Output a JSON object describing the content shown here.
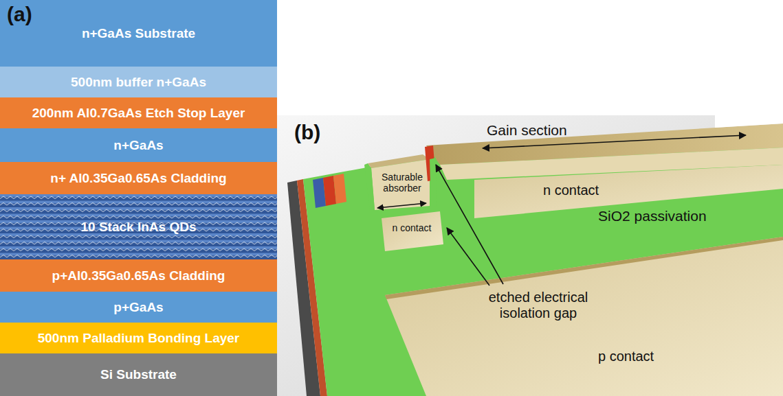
{
  "diagram": {
    "nodes": [
      {
        "text": [
          "n+GaAs Substrate"
        ]
      },
      {
        "text": [
          "500nm buffer n+GaAs"
        ]
      },
      {
        "text": [
          "200nm Al0.7GaAs Etch Stop Layer"
        ]
      },
      {
        "text": [
          "n+GaAs"
        ]
      },
      {
        "text": [
          "n+ Al0.35Ga0.65As Cladding"
        ]
      },
      {
        "text": [
          "10 Stack InAs QDs"
        ]
      },
      {
        "text": [
          "p+Al0.35Ga0.65As Cladding"
        ]
      },
      {
        "text": [
          "p+GaAs"
        ]
      },
      {
        "text": [
          "500nm Palladium Bonding Layer"
        ]
      },
      {
        "text": [
          "Si Substrate"
        ]
      }
    ],
    "labels": [
      "(a)",
      "(b)",
      "Gain section",
      "Saturable absorber",
      "n contact",
      "SiO2 passivation",
      "n contact",
      "etched electrical isolation gap",
      "p contact"
    ]
  }
}
